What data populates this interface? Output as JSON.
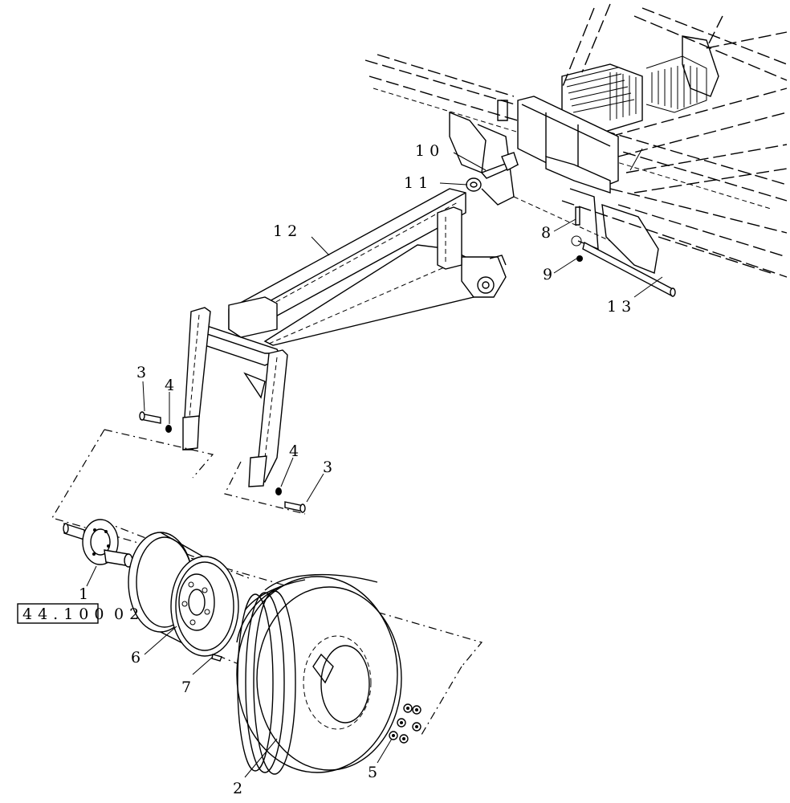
{
  "diagram": {
    "callouts": [
      {
        "id": "c1",
        "text": "1"
      },
      {
        "id": "c2",
        "text": "2"
      },
      {
        "id": "c3a",
        "text": "3"
      },
      {
        "id": "c3b",
        "text": "3"
      },
      {
        "id": "c4a",
        "text": "4"
      },
      {
        "id": "c4b",
        "text": "4"
      },
      {
        "id": "c5",
        "text": "5"
      },
      {
        "id": "c6",
        "text": "6"
      },
      {
        "id": "c7",
        "text": "7"
      },
      {
        "id": "c8",
        "text": "8"
      },
      {
        "id": "c9",
        "text": "9"
      },
      {
        "id": "c10",
        "text": "10"
      },
      {
        "id": "c11",
        "text": "11"
      },
      {
        "id": "c12",
        "text": "12"
      },
      {
        "id": "c13",
        "text": "13"
      }
    ],
    "reference_box": {
      "text": "44.100",
      "trailing": "02"
    }
  }
}
